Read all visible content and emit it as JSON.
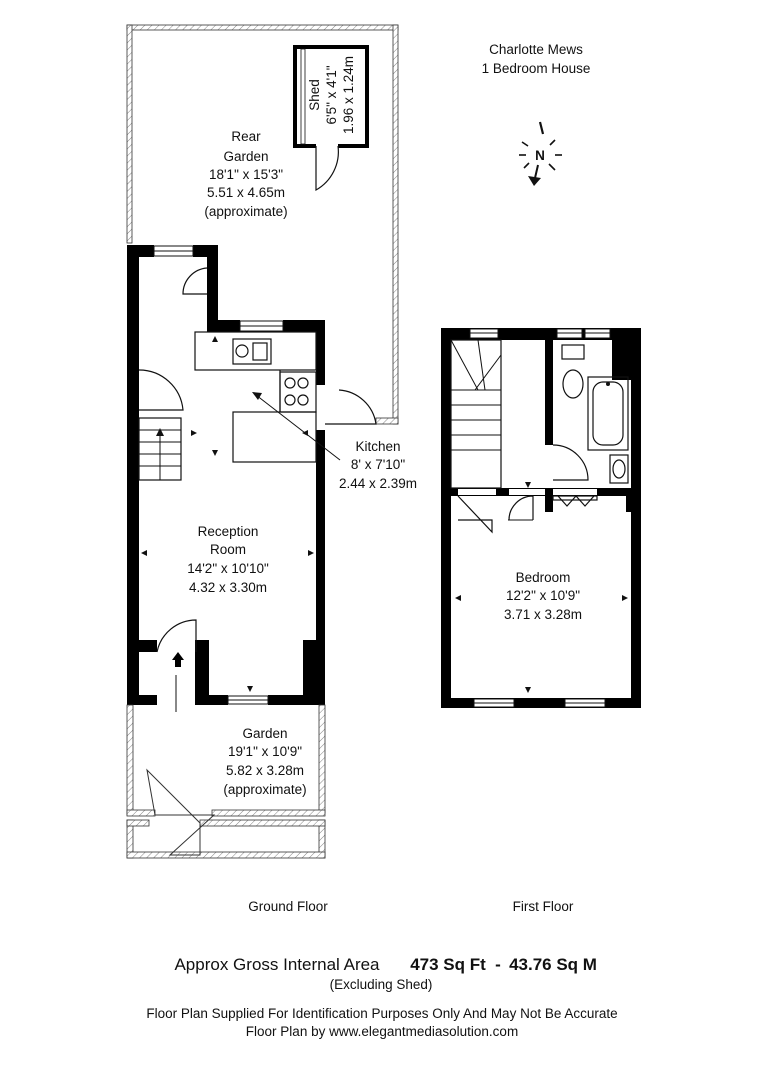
{
  "property": {
    "name": "Charlotte Mews",
    "type": "1 Bedroom House"
  },
  "compass": {
    "letter": "N"
  },
  "rooms": {
    "shed": {
      "name": "Shed",
      "imperial": "6'5\" x 4'1\"",
      "metric": "1.96 x 1.24m"
    },
    "rear_garden": {
      "name_line1": "Rear",
      "name_line2": "Garden",
      "imperial": "18'1\" x 15'3\"",
      "metric": "5.51 x 4.65m",
      "note": "(approximate)"
    },
    "kitchen": {
      "name": "Kitchen",
      "imperial": "8' x 7'10\"",
      "metric": "2.44 x 2.39m"
    },
    "reception": {
      "name_line1": "Reception",
      "name_line2": "Room",
      "imperial": "14'2\" x 10'10\"",
      "metric": "4.32 x 3.30m"
    },
    "garden": {
      "name": "Garden",
      "imperial": "19'1\" x 10'9\"",
      "metric": "5.82 x 3.28m",
      "note": "(approximate)"
    },
    "bedroom": {
      "name": "Bedroom",
      "imperial": "12'2\" x 10'9\"",
      "metric": "3.71 x 3.28m"
    }
  },
  "floors": {
    "ground": "Ground Floor",
    "first": "First Floor"
  },
  "area": {
    "label": "Approx Gross Internal Area",
    "sqft": "473 Sq Ft",
    "separator": "-",
    "sqm": "43.76 Sq M",
    "note": "(Excluding Shed)"
  },
  "disclaimer": {
    "line1": "Floor Plan Supplied For Identification Purposes Only And May Not Be Accurate",
    "line2": "Floor Plan by www.elegantmediasolution.com"
  }
}
